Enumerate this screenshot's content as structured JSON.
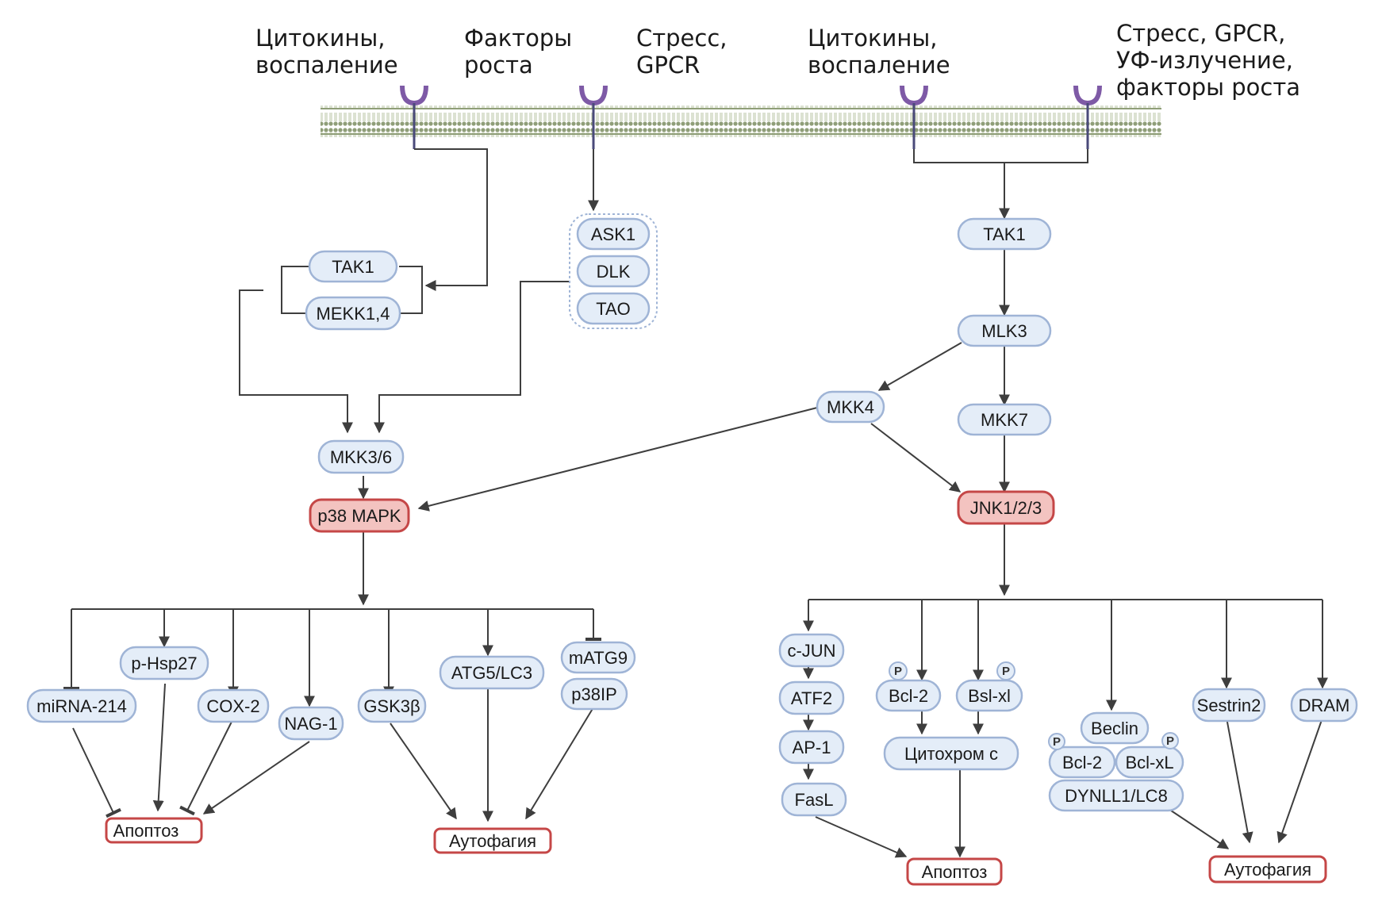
{
  "stimuli": {
    "s1": [
      "Цитокины,",
      "воспаление"
    ],
    "s2": [
      "Факторы",
      "роста"
    ],
    "s3": [
      "Стресс,",
      "GPCR"
    ],
    "s4": [
      "Цитокины,",
      "воспаление"
    ],
    "s5": [
      "Стресс, GPCR,",
      "УФ-излучение,",
      "факторы роста"
    ]
  },
  "nodes": {
    "tak1_left": "TAK1",
    "mekk14": "MEKK1,4",
    "ask1": "ASK1",
    "dlk": "DLK",
    "tao": "TAO",
    "mkk36": "MKK3/6",
    "p38": "p38 MAPK",
    "tak1_right": "TAK1",
    "mlk3": "MLK3",
    "mkk4": "MKK4",
    "mkk7": "MKK7",
    "jnk": "JNK1/2/3",
    "mirna214": "miRNA-214",
    "phsp27": "p-Hsp27",
    "cox2": "COX-2",
    "nag1": "NAG-1",
    "gsk3b": "GSK3β",
    "atg5lc3": "ATG5/LC3",
    "matg9": "mATG9",
    "p38ip": "p38IP",
    "apoptosis_left": "Апоптоз",
    "autophagy_left": "Аутофагия",
    "cjun": "c-JUN",
    "atf2": "ATF2",
    "ap1": "AP-1",
    "fasl": "FasL",
    "bcl2": "Bcl-2",
    "bslxl": "Bsl-xl",
    "cytc": "Цитохром c",
    "beclin": "Beclin",
    "bcl2b": "Bcl-2",
    "bclxl": "Bcl-xL",
    "dynll1": "DYNLL1/LC8",
    "sestrin2": "Sestrin2",
    "dram": "DRAM",
    "apoptosis_right": "Апоптоз",
    "autophagy_right": "Аутофагия"
  },
  "phospho_label": "P",
  "colors": {
    "node_fill": "#e4edf8",
    "node_stroke": "#9fb4d6",
    "kinase_fill": "#f3c3c0",
    "outcome_stroke": "#c54747",
    "receptor": "#7e5aa6",
    "membrane": "#9aaa84"
  }
}
